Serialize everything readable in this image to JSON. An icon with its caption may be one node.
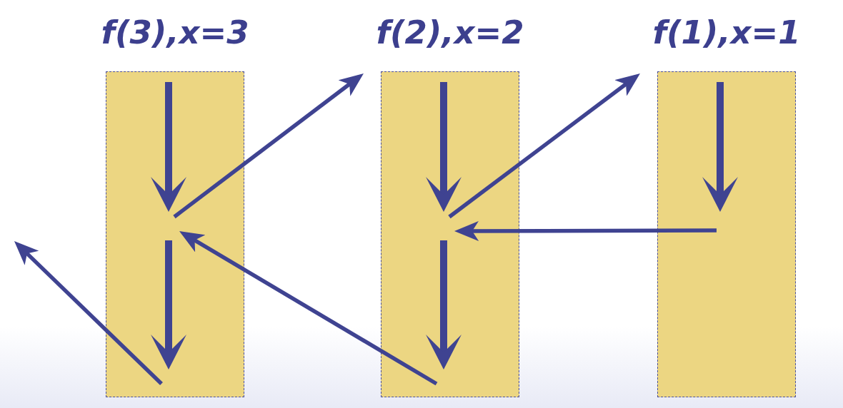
{
  "diagram": {
    "nodes": [
      {
        "text": [
          "f(3),x=3"
        ]
      },
      {
        "text": [
          "f(2),x=2"
        ]
      },
      {
        "text": [
          "f(1),x=1"
        ]
      }
    ],
    "edges": [
      {
        "from": 0,
        "to": 1,
        "arrow": "to"
      },
      {
        "from": 1,
        "to": 2,
        "arrow": "to"
      },
      {
        "from": 2,
        "to": 1,
        "arrow": "to"
      },
      {
        "from": 1,
        "to": 0,
        "arrow": "to"
      },
      {
        "from": 0,
        "to": null,
        "arrow": "to"
      }
    ]
  }
}
